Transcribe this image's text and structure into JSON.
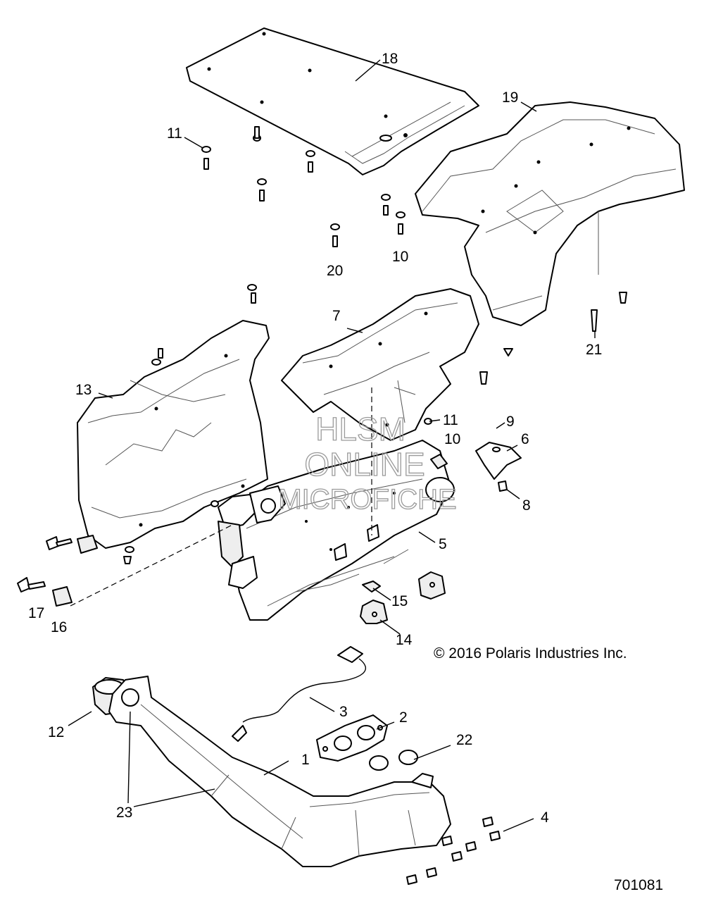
{
  "callouts": {
    "c1": "1",
    "c2": "2",
    "c3": "3",
    "c4": "4",
    "c5": "5",
    "c6": "6",
    "c7": "7",
    "c8": "8",
    "c9": "9",
    "c10a": "10",
    "c10b": "10",
    "c11a": "11",
    "c11b": "11",
    "c12": "12",
    "c13": "13",
    "c14": "14",
    "c15": "15",
    "c16": "16",
    "c17": "17",
    "c18": "18",
    "c19": "19",
    "c20": "20",
    "c21": "21",
    "c22": "22",
    "c23": "23"
  },
  "watermark": {
    "line1": "HLSM",
    "line2": "ONLINE",
    "line3": "MICROFICHE"
  },
  "copyright": "© 2016 Polaris Industries Inc.",
  "diagram_number": "701081"
}
